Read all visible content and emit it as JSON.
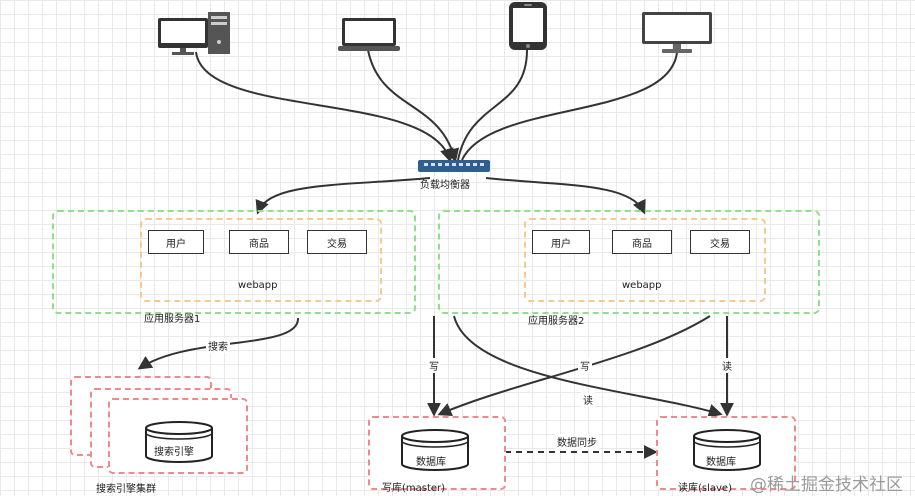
{
  "load_balancer": {
    "label": "负载均衡器"
  },
  "clients": [
    {
      "icon": "desktop-computer-icon"
    },
    {
      "icon": "laptop-icon"
    },
    {
      "icon": "smartphone-icon"
    },
    {
      "icon": "monitor-icon"
    }
  ],
  "server1": {
    "label": "应用服务器1",
    "webapp": {
      "label": "webapp",
      "services": [
        "用户",
        "商品",
        "交易"
      ]
    }
  },
  "server2": {
    "label": "应用服务器2",
    "webapp": {
      "label": "webapp",
      "services": [
        "用户",
        "商品",
        "交易"
      ]
    }
  },
  "search": {
    "node_label": "搜索引擎",
    "cluster_label": "搜索引擎集群"
  },
  "master_db": {
    "node_label": "数据库",
    "caption": "写库(master)"
  },
  "slave_db": {
    "node_label": "数据库",
    "caption": "读库(slave)"
  },
  "edges": {
    "search": "搜索",
    "write1": "写",
    "write2": "写",
    "read1": "读",
    "read2": "读",
    "sync": "数据同步"
  },
  "watermark": "@稀土掘金技术社区",
  "colors": {
    "server_border": "#8fe08a",
    "webapp_border": "#f7c98e",
    "storage_border": "#f08a8a",
    "line": "#333333"
  }
}
